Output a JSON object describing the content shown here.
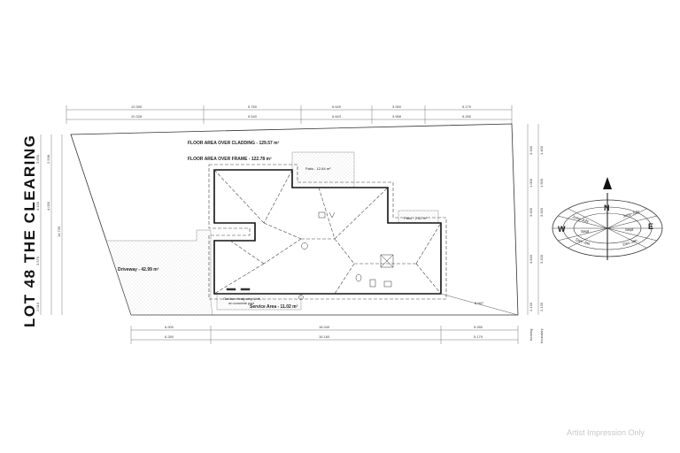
{
  "title": "LOT 48 THE CLEARING",
  "watermark": "Artist Impression Only",
  "labels": {
    "floor_area_cladding": "FLOOR AREA OVER CLADDING - 129.57 m²",
    "floor_area_frame": "FLOOR AREA OVER FRAME - 122.78 m²",
    "patio_1": "Patio - 12.84 m²",
    "patio_2": "Patio - 2.42 m²",
    "driveway": "Driveway - 42.99 m²",
    "outdoor_unit_1": "Outdoor heatpump Unit,",
    "outdoor_unit_2": "on concrete pad",
    "service_area": "Service Area - 11.02 m²",
    "diag": "5.947"
  },
  "top_dims_row1": [
    "10.300",
    "5.760",
    "6.649",
    "3.060",
    "5.179"
  ],
  "top_dims_row2": [
    "10.328",
    "5.540",
    "6.843",
    "3.968",
    "5.280"
  ],
  "bottom_dims_row1": [
    "6.900",
    "18.349",
    "5.280"
  ],
  "bottom_dims_row2": [
    "6.280",
    "16.160",
    "5.179"
  ],
  "left_dims_a": [
    "3.630",
    "4.130",
    "3.570",
    "2.010"
  ],
  "left_dims_b": [
    "2.538",
    "4.030"
  ],
  "left_total": "14.739",
  "right_dims_a": [
    "3.340",
    "1.000",
    "3.000",
    "4.840",
    "2.130"
  ],
  "right_dims_b": [
    "1.400",
    "1.900",
    "3.000",
    "3.200",
    "2.130"
  ],
  "right_labels": [
    "bearing",
    "boundary"
  ],
  "compass": {
    "north": "N",
    "east": "E",
    "west": "W",
    "june_july_left": "June-July",
    "june_july_right": "June-July",
    "sept_left": "Sept",
    "sept_right": "Sept",
    "dec_jan_left": "Dec-Jan",
    "dec_jan_right": "Dec-Jan"
  }
}
